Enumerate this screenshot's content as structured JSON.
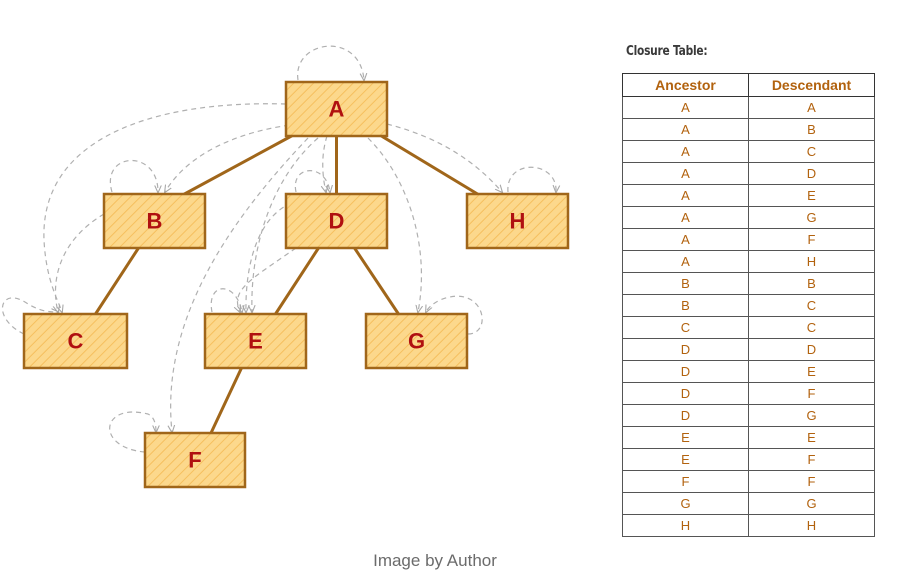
{
  "tree": {
    "nodes": [
      {
        "id": "A",
        "label": "A"
      },
      {
        "id": "B",
        "label": "B"
      },
      {
        "id": "D",
        "label": "D"
      },
      {
        "id": "H",
        "label": "H"
      },
      {
        "id": "C",
        "label": "C"
      },
      {
        "id": "E",
        "label": "E"
      },
      {
        "id": "G",
        "label": "G"
      },
      {
        "id": "F",
        "label": "F"
      }
    ],
    "edges": [
      [
        "A",
        "B"
      ],
      [
        "A",
        "D"
      ],
      [
        "A",
        "H"
      ],
      [
        "B",
        "C"
      ],
      [
        "D",
        "E"
      ],
      [
        "D",
        "G"
      ],
      [
        "E",
        "F"
      ]
    ]
  },
  "closure_table": {
    "title": "Closure Table:",
    "columns": [
      "Ancestor",
      "Descendant"
    ],
    "rows": [
      [
        "A",
        "A"
      ],
      [
        "A",
        "B"
      ],
      [
        "A",
        "C"
      ],
      [
        "A",
        "D"
      ],
      [
        "A",
        "E"
      ],
      [
        "A",
        "G"
      ],
      [
        "A",
        "F"
      ],
      [
        "A",
        "H"
      ],
      [
        "B",
        "B"
      ],
      [
        "B",
        "C"
      ],
      [
        "C",
        "C"
      ],
      [
        "D",
        "D"
      ],
      [
        "D",
        "E"
      ],
      [
        "D",
        "F"
      ],
      [
        "D",
        "G"
      ],
      [
        "E",
        "E"
      ],
      [
        "E",
        "F"
      ],
      [
        "F",
        "F"
      ],
      [
        "G",
        "G"
      ],
      [
        "H",
        "H"
      ]
    ]
  },
  "colors": {
    "node_fill": "#fcd88c",
    "node_stroke": "#a0661a",
    "node_text": "#b01010",
    "table_text": "#b2620e"
  },
  "caption": "Image by Author"
}
